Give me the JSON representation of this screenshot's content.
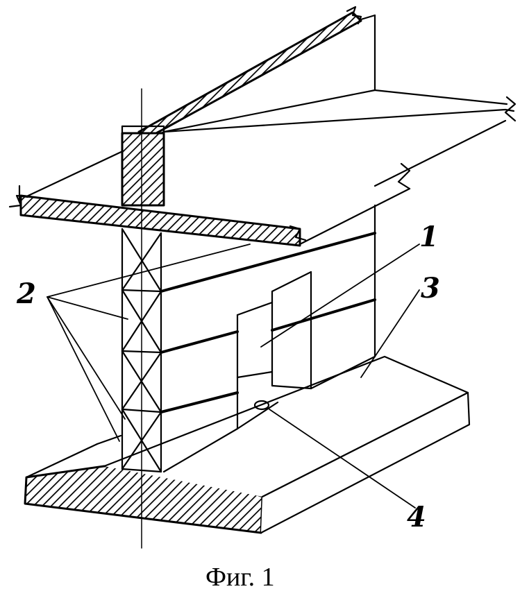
{
  "labels": {
    "n1": "1",
    "n2": "2",
    "n3": "3",
    "n4": "4"
  },
  "caption": "Фиг. 1",
  "colors": {
    "ink": "#000000",
    "paper": "#ffffff"
  }
}
